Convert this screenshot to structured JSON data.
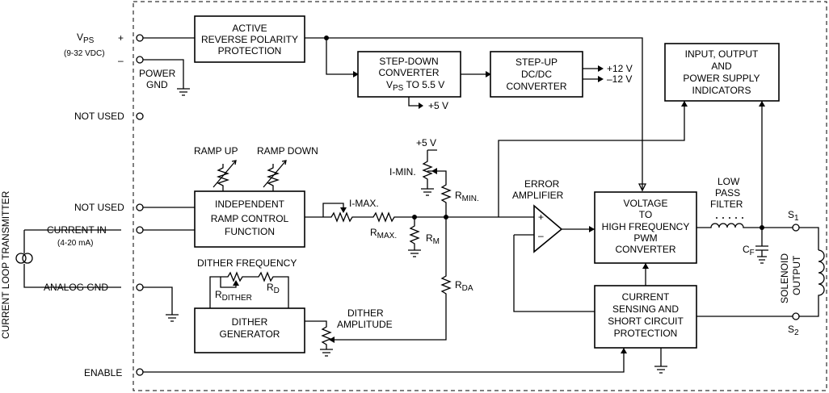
{
  "pins": {
    "vps_label": "V",
    "vps_sub": "PS",
    "vps_plus": "+",
    "vps_range": "(9-32 VDC)",
    "vps_minus": "–",
    "power_gnd_1": "POWER",
    "power_gnd_2": "GND",
    "not_used_1": "NOT USED",
    "not_used_2": "NOT USED",
    "current_in": "CURRENT IN",
    "current_range": "(4-20 mA)",
    "analog_gnd": "ANALOG GND",
    "enable": "ENABLE"
  },
  "transmitter_label": "CURRENT LOOP TRANSMITTER",
  "blocks": {
    "polarity": [
      "ACTIVE",
      "REVERSE POLARITY",
      "PROTECTION"
    ],
    "stepdown_1": "STEP-DOWN",
    "stepdown_2": "CONVERTER",
    "stepdown_3_pre": "V",
    "stepdown_3_sub": "PS",
    "stepdown_3_post": " TO 5.5 V",
    "stepup": [
      "STEP-UP",
      "DC/DC",
      "CONVERTER"
    ],
    "indicators": [
      "INPUT, OUTPUT",
      "AND",
      "POWER SUPPLY",
      "INDICATORS"
    ],
    "ramp": [
      "INDEPENDENT",
      "RAMP CONTROL",
      "FUNCTION"
    ],
    "pwm": [
      "VOLTAGE",
      "TO",
      "HIGH FREQUENCY",
      "PWM",
      "CONVERTER"
    ],
    "current_sensing": [
      "CURRENT",
      "SENSING AND",
      "SHORT CIRCUIT",
      "PROTECTION"
    ],
    "dither": [
      "DITHER",
      "GENERATOR"
    ]
  },
  "labels": {
    "plus_12v": "+12 V",
    "minus_12v": "–12 V",
    "plus_5v_out": "+5 V",
    "plus_5v_top": "+5 V",
    "ramp_up": "RAMP UP",
    "ramp_down": "RAMP DOWN",
    "i_min": "I-MIN.",
    "i_max": "I-MAX.",
    "r_min": "R",
    "r_min_sub": "MIN.",
    "r_max": "R",
    "r_max_sub": "MAX.",
    "r_m": "R",
    "r_m_sub": "M",
    "r_da": "R",
    "r_da_sub": "DA",
    "r_dither": "R",
    "r_dither_sub": "DITHER",
    "r_d": "R",
    "r_d_sub": "D",
    "dither_frequency": "DITHER FREQUENCY",
    "dither_amplitude_1": "DITHER",
    "dither_amplitude_2": "AMPLITUDE",
    "error_amp_1": "ERROR",
    "error_amp_2": "AMPLIFIER",
    "opamp_plus": "+",
    "opamp_minus": "–",
    "low_pass_1": "LOW",
    "low_pass_2": "PASS",
    "low_pass_3": "FILTER",
    "cf": "C",
    "cf_sub": "F",
    "s1": "S",
    "s1_sub": "1",
    "s2": "S",
    "s2_sub": "2",
    "solenoid_1": "SOLENOID",
    "solenoid_2": "OUTPUT"
  }
}
